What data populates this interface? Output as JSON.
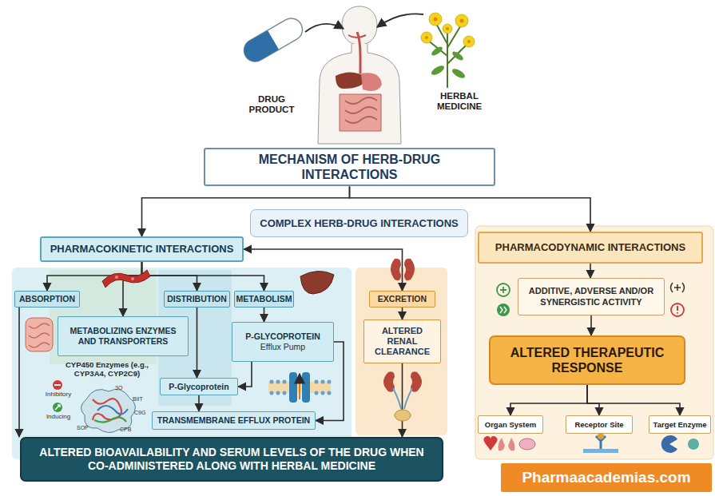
{
  "diagram": {
    "nodes": [
      {
        "text": [
          "MECHANISM OF HERB-DRUG INTERACTIONS"
        ]
      },
      {
        "text": [
          "COMPLEX HERB-DRUG INTERACTIONS"
        ]
      },
      {
        "text": [
          "PHARMACOKINETIC INTERACTIONS"
        ]
      },
      {
        "text": [
          "PHARMACODYNAMIC INTERACTIONS"
        ]
      },
      {
        "text": [
          "ABSORPTION"
        ]
      },
      {
        "text": [
          "METABOLIZING ENZYMES AND TRANSPORTERS"
        ]
      },
      {
        "text": [
          "DISTRIBUTION"
        ]
      },
      {
        "text": [
          "METABOLISM"
        ]
      },
      {
        "text": [
          "P-GLYCOPROTEIN",
          "Efflux Pump"
        ]
      },
      {
        "text": [
          "P-Glycoprotein"
        ]
      },
      {
        "text": [
          "TRANSMEMBRANE EFFLUX PROTEIN"
        ]
      },
      {
        "text": [
          "EXCRETION"
        ]
      },
      {
        "text": [
          "ALTERED RENAL CLEARANCE"
        ]
      },
      {
        "text": [
          "ADDITIVE, ADVERSE AND/OR SYNERGISTIC ACTIVITY"
        ]
      },
      {
        "text": [
          "ALTERED THERAPEUTIC RESPONSE"
        ]
      },
      {
        "text": [
          "Organ System"
        ]
      },
      {
        "text": [
          "Receptor Site"
        ]
      },
      {
        "text": [
          "Target Enzyme"
        ]
      },
      {
        "text": [
          "ALTERED BIOAVAILABILITY AND SERUM LEVELS OF THE DRUG WHEN CO-ADMINISTERED ALONG WITH HERBAL MEDICINE"
        ]
      },
      {
        "text": [
          "Pharmaacademias.com"
        ]
      }
    ],
    "edges": [
      {
        "from": 0,
        "to": 2,
        "arrow": "to"
      },
      {
        "from": 0,
        "to": 3,
        "arrow": "to"
      },
      {
        "from": 2,
        "to": 11,
        "arrow": "both"
      },
      {
        "from": 2,
        "to": 4,
        "arrow": "to"
      },
      {
        "from": 2,
        "to": 5,
        "arrow": "to"
      },
      {
        "from": 2,
        "to": 6,
        "arrow": "to"
      },
      {
        "from": 2,
        "to": 7,
        "arrow": "to"
      },
      {
        "from": 4,
        "to": 18,
        "arrow": "to"
      },
      {
        "from": 6,
        "to": 9,
        "arrow": "to"
      },
      {
        "from": 7,
        "to": 8,
        "arrow": "to"
      },
      {
        "from": 8,
        "to": 9,
        "arrow": "to"
      },
      {
        "from": 8,
        "to": 10,
        "arrow": "to"
      },
      {
        "from": 9,
        "to": 10,
        "arrow": "to"
      },
      {
        "from": 11,
        "to": 12,
        "arrow": "to"
      },
      {
        "from": 12,
        "to": 18,
        "arrow": "to"
      },
      {
        "from": 3,
        "to": 13,
        "arrow": "to"
      },
      {
        "from": 13,
        "to": 14,
        "arrow": "to"
      },
      {
        "from": 14,
        "to": 15,
        "arrow": "to"
      },
      {
        "from": 14,
        "to": 16,
        "arrow": "to"
      },
      {
        "from": 14,
        "to": 17,
        "arrow": "to"
      }
    ],
    "labels": [
      "DRUG PRODUCT",
      "HERBAL MEDICINE",
      "CYP450 Enzymes (e.g., CYP3A4, CYP2C9)",
      "Inhibitory",
      "Inducing",
      "3O",
      "BIIT",
      "C9G",
      "SOP",
      "CPB"
    ]
  }
}
